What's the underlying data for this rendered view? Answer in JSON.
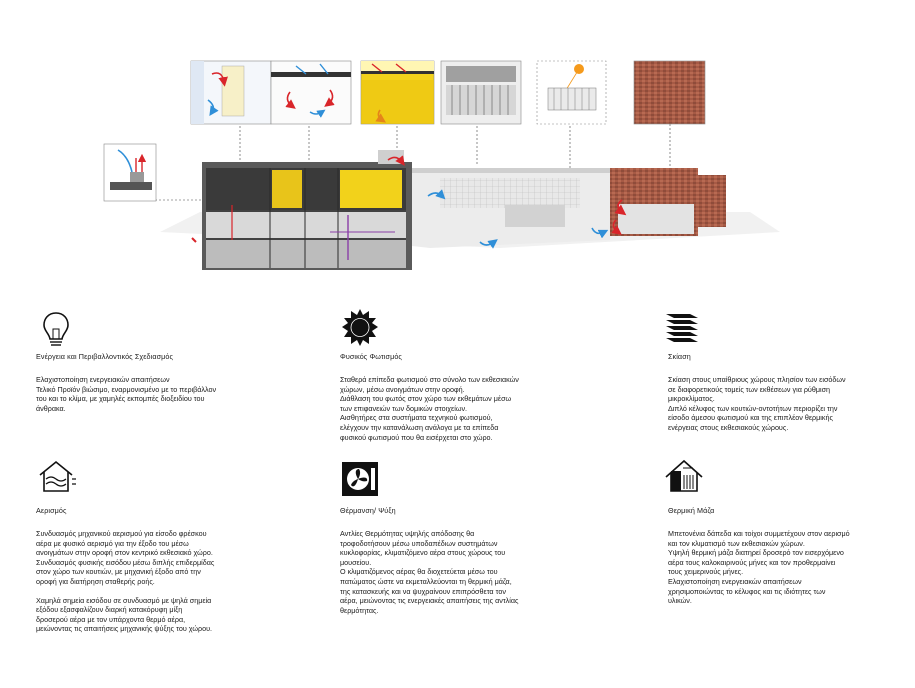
{
  "sections": [
    {
      "title": "Ενέργεια και Περιβαλλοντικός Σχεδιασμός",
      "icon": "lightbulb-icon",
      "paragraphs": [
        "Ελαχιστοποίηση ενεργειακών απαιτήσεων\nΤελικό Προϊόν βιώσιμο, εναρμονισμένο με το περιβάλλον\nτου και το κλίμα, με χαμηλές εκπομπές διοξειδίου του\nάνθρακα."
      ]
    },
    {
      "title": "Φυσικός Φωτισμός",
      "icon": "sun-icon",
      "paragraphs": [
        "Σταθερά επίπεδα φωτισμού στο σύνολο των εκθεσιακών\nχώρων, μέσω ανοιγμάτων στην οροφή.\nΔιάθλαση του φωτός στον χώρο των εκθεμάτων μέσω\nτων επιφανειών των δομικών στοιχείων.\nΑισθητήρες στα συστήματα τεχνηκού φωτισμού,\nελέγχουν την κατανάλωση ανάλογα με τα επίπεδα\nφυσικού φωτισμού που θα εισέρχεται στο χώρο."
      ]
    },
    {
      "title": "Σκίαση",
      "icon": "shading-icon",
      "paragraphs": [
        "Σκίαση στους υπαίθριους χώρους πλησίον των εισόδων\nσε διαφορετικούς τομείς των εκθέσεων για ρύθμιση\nμικροκλίματος.\nΔιπλό κέλυφος των κουτιών-οντοτήτων περιορίζει την\nείσοδο άμεσου φωτισμού και της επιπλέον θερμικής\nενέργειας στους εκθεσιακούς χώρους."
      ]
    },
    {
      "title": "Αερισμός",
      "icon": "ventilation-house-icon",
      "paragraphs": [
        "Συνδυασμός μηχανικού αερισμού για είσοδο φρέσκου\nαέρα με φυσικό αερισμό για την έξοδο του μέσω\nανοιγμάτων στην οροφή στον κεντρικό εκθεσιακό χώρο.\nΣυνδυασμός φυσικής εισόδου μέσω διπλής επιδερμίδας\nστον χώρο των κουτιών, με μηχανική έξοδο από την\nοροφή για διατήρηση σταθερής ροής.",
        "Χαμηλά σημεία εισόδου σε συνδυασμό με ψηλά σημεία\nεξόδου εξασφαλίζουν διαρκή κατακόρυφη μίξη\nδροσερού αέρα με τον υπάρχοντα θερμό αέρα,\nμειώνοντας τις απαιτήσεις μηχανικής ψύξης του χώρου."
      ]
    },
    {
      "title": "Θέρμανση/ Ψύξη",
      "icon": "heat-pump-fan-icon",
      "paragraphs": [
        "Αντλίες Θερμότητας υψηλής απόδοσης θα\nτροφοδοτήσουν μέσω υποδαπέδιων συστημάτων\nκυκλοφορίας, κλιματιζόμενο αέρα στους χώρους του\nμουσείου.\nΟ κλιματιζόμενος αέρας θα διοχετεύεται μέσω του\nπατώματος ώστε να εκμεταλλεύονται τη θερμική μάζα,\nτης κατασκευής και να ψυχραίνουν επιπρόσθετα τον\nαέρα, μειώνοντας τις ενεργειακές απαιτήσεις της αντλίας\nθερμότητας."
      ]
    },
    {
      "title": "Θερμική Μάζα",
      "icon": "thermal-mass-house-icon",
      "paragraphs": [
        "Μπετονένια δάπεδα και τοίχοι συμμετέχουν στον αερισμό\nκαι τον κλιματισμό των εκθεσιακών χώρων.\nΥψηλή θερμική μάζα διατηρεί δροσερό τον εισερχόμενο\nαέρα τους καλοκαιρινούς μήνες και τον προθερμαίνει\nτους χειμερινούς μήνες.\nΕλαχιστοποίηση ενεργειακών απαιτήσεων\nχρησιμοποιώντας το κέλυφος και τις ιδιότητες των\nυλικών."
      ]
    }
  ],
  "colors": {
    "accent_yellow": "#f2d21b",
    "airflow_red": "#d9252a",
    "airflow_blue": "#2f8fd8",
    "brick": "#a65a45",
    "text": "#1a1a1a"
  }
}
